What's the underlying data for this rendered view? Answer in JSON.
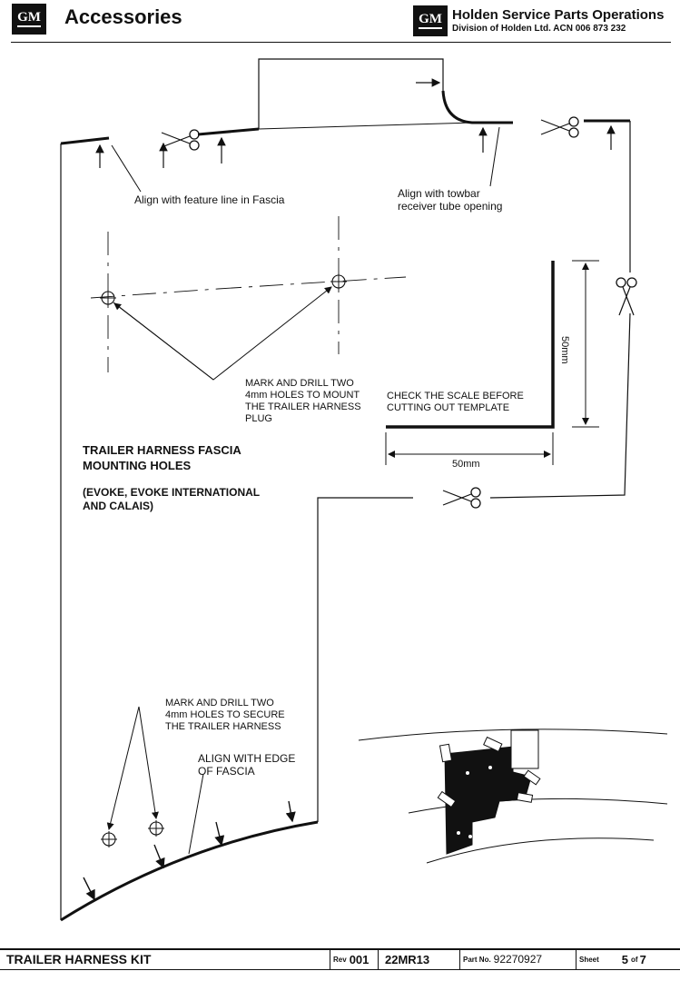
{
  "header": {
    "logo_text": "GM",
    "title": "Accessories",
    "company": "Holden Service Parts Operations",
    "division": "Division of Holden Ltd. ACN 006 873 232"
  },
  "annotations": {
    "align_feature_line": "Align with feature line in Fascia",
    "align_towbar_1": "Align with towbar",
    "align_towbar_2": "receiver tube opening",
    "mark_drill_mount": [
      "MARK AND DRILL TWO",
      "4mm HOLES TO MOUNT",
      "THE TRAILER HARNESS",
      "PLUG"
    ],
    "check_scale": [
      "CHECK THE SCALE BEFORE",
      "CUTTING OUT TEMPLATE"
    ],
    "scale_vertical": "50mm",
    "scale_horizontal": "50mm",
    "section_title": [
      "TRAILER HARNESS FASCIA",
      "MOUNTING HOLES"
    ],
    "models": [
      "(EVOKE, EVOKE INTERNATIONAL",
      "AND CALAIS)"
    ],
    "mark_drill_secure": [
      "MARK AND DRILL TWO",
      "4mm HOLES TO SECURE",
      "THE TRAILER HARNESS"
    ],
    "align_edge": [
      "ALIGN WITH EDGE",
      "OF FASCIA"
    ]
  },
  "footer": {
    "title": "TRAILER HARNESS KIT",
    "rev_label": "Rev",
    "rev_value": "001",
    "doc_code": "22MR13",
    "part_label": "Part No.",
    "part_value": "92270927",
    "sheet_label": "Sheet",
    "sheet_current": "5",
    "sheet_of": "of",
    "sheet_total": "7"
  }
}
